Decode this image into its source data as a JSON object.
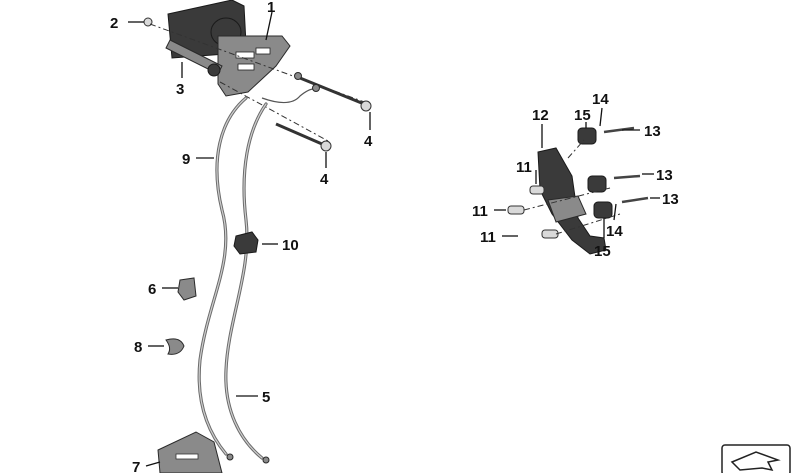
{
  "callouts": {
    "c1": "1",
    "c2": "2",
    "c3": "3",
    "c4a": "4",
    "c4b": "4",
    "c5": "5",
    "c6": "6",
    "c7": "7",
    "c8": "8",
    "c9": "9",
    "c10": "10",
    "c11a": "11",
    "c11b": "11",
    "c11c": "11",
    "c12": "12",
    "c13a": "13",
    "c13b": "13",
    "c13c": "13",
    "c14a": "14",
    "c14b": "14",
    "c15a": "15",
    "c15b": "15"
  },
  "icons": {
    "corner_badge": "orientation-arrow-icon"
  }
}
